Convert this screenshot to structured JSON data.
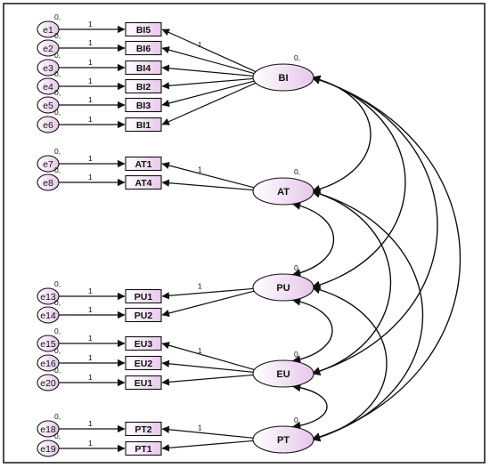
{
  "colors": {
    "indicator_fill_from": "#ffffff",
    "indicator_fill_to": "#e8c8ec",
    "latent_fill_from": "#ffffff",
    "latent_fill_to": "#e6c6ea",
    "line": "#111111"
  },
  "latent_variables": [
    {
      "id": "BI",
      "label": "BI",
      "variance": "0,"
    },
    {
      "id": "AT",
      "label": "AT",
      "variance": "0,"
    },
    {
      "id": "PU",
      "label": "PU",
      "variance": "0,"
    },
    {
      "id": "EU",
      "label": "EU",
      "variance": "0,"
    },
    {
      "id": "PT",
      "label": "PT",
      "variance": "0,"
    }
  ],
  "indicators": [
    {
      "id": "BI5",
      "label": "BI5",
      "factor": "BI",
      "error": "e1",
      "error_weight": "1",
      "loading": "1"
    },
    {
      "id": "BI6",
      "label": "BI6",
      "factor": "BI",
      "error": "e2",
      "error_weight": "1",
      "loading": ""
    },
    {
      "id": "BI4",
      "label": "BI4",
      "factor": "BI",
      "error": "e3",
      "error_weight": "1",
      "loading": ""
    },
    {
      "id": "BI2",
      "label": "BI2",
      "factor": "BI",
      "error": "e4",
      "error_weight": "1",
      "loading": ""
    },
    {
      "id": "BI3",
      "label": "BI3",
      "factor": "BI",
      "error": "e5",
      "error_weight": "1",
      "loading": ""
    },
    {
      "id": "BI1",
      "label": "BI1",
      "factor": "BI",
      "error": "e6",
      "error_weight": "1",
      "loading": ""
    },
    {
      "id": "AT1",
      "label": "AT1",
      "factor": "AT",
      "error": "e7",
      "error_weight": "1",
      "loading": "1"
    },
    {
      "id": "AT4",
      "label": "AT4",
      "factor": "AT",
      "error": "e8",
      "error_weight": "1",
      "loading": ""
    },
    {
      "id": "PU1",
      "label": "PU1",
      "factor": "PU",
      "error": "e13",
      "error_weight": "1",
      "loading": "1"
    },
    {
      "id": "PU2",
      "label": "PU2",
      "factor": "PU",
      "error": "e14",
      "error_weight": "1",
      "loading": ""
    },
    {
      "id": "EU3",
      "label": "EU3",
      "factor": "EU",
      "error": "e15",
      "error_weight": "1",
      "loading": "1"
    },
    {
      "id": "EU2",
      "label": "EU2",
      "factor": "EU",
      "error": "e16",
      "error_weight": "1",
      "loading": ""
    },
    {
      "id": "EU1",
      "label": "EU1",
      "factor": "EU",
      "error": "e20",
      "error_weight": "1",
      "loading": ""
    },
    {
      "id": "PT2",
      "label": "PT2",
      "factor": "PT",
      "error": "e18",
      "error_weight": "1",
      "loading": "1"
    },
    {
      "id": "PT1",
      "label": "PT1",
      "factor": "PT",
      "error": "e19",
      "error_weight": "1",
      "loading": ""
    }
  ],
  "error_mean_label": "0,",
  "covariances": [
    [
      "BI",
      "AT"
    ],
    [
      "BI",
      "PU"
    ],
    [
      "BI",
      "EU"
    ],
    [
      "BI",
      "PT"
    ],
    [
      "AT",
      "PU"
    ],
    [
      "AT",
      "EU"
    ],
    [
      "AT",
      "PT"
    ],
    [
      "PU",
      "EU"
    ],
    [
      "PU",
      "PT"
    ],
    [
      "EU",
      "PT"
    ]
  ]
}
